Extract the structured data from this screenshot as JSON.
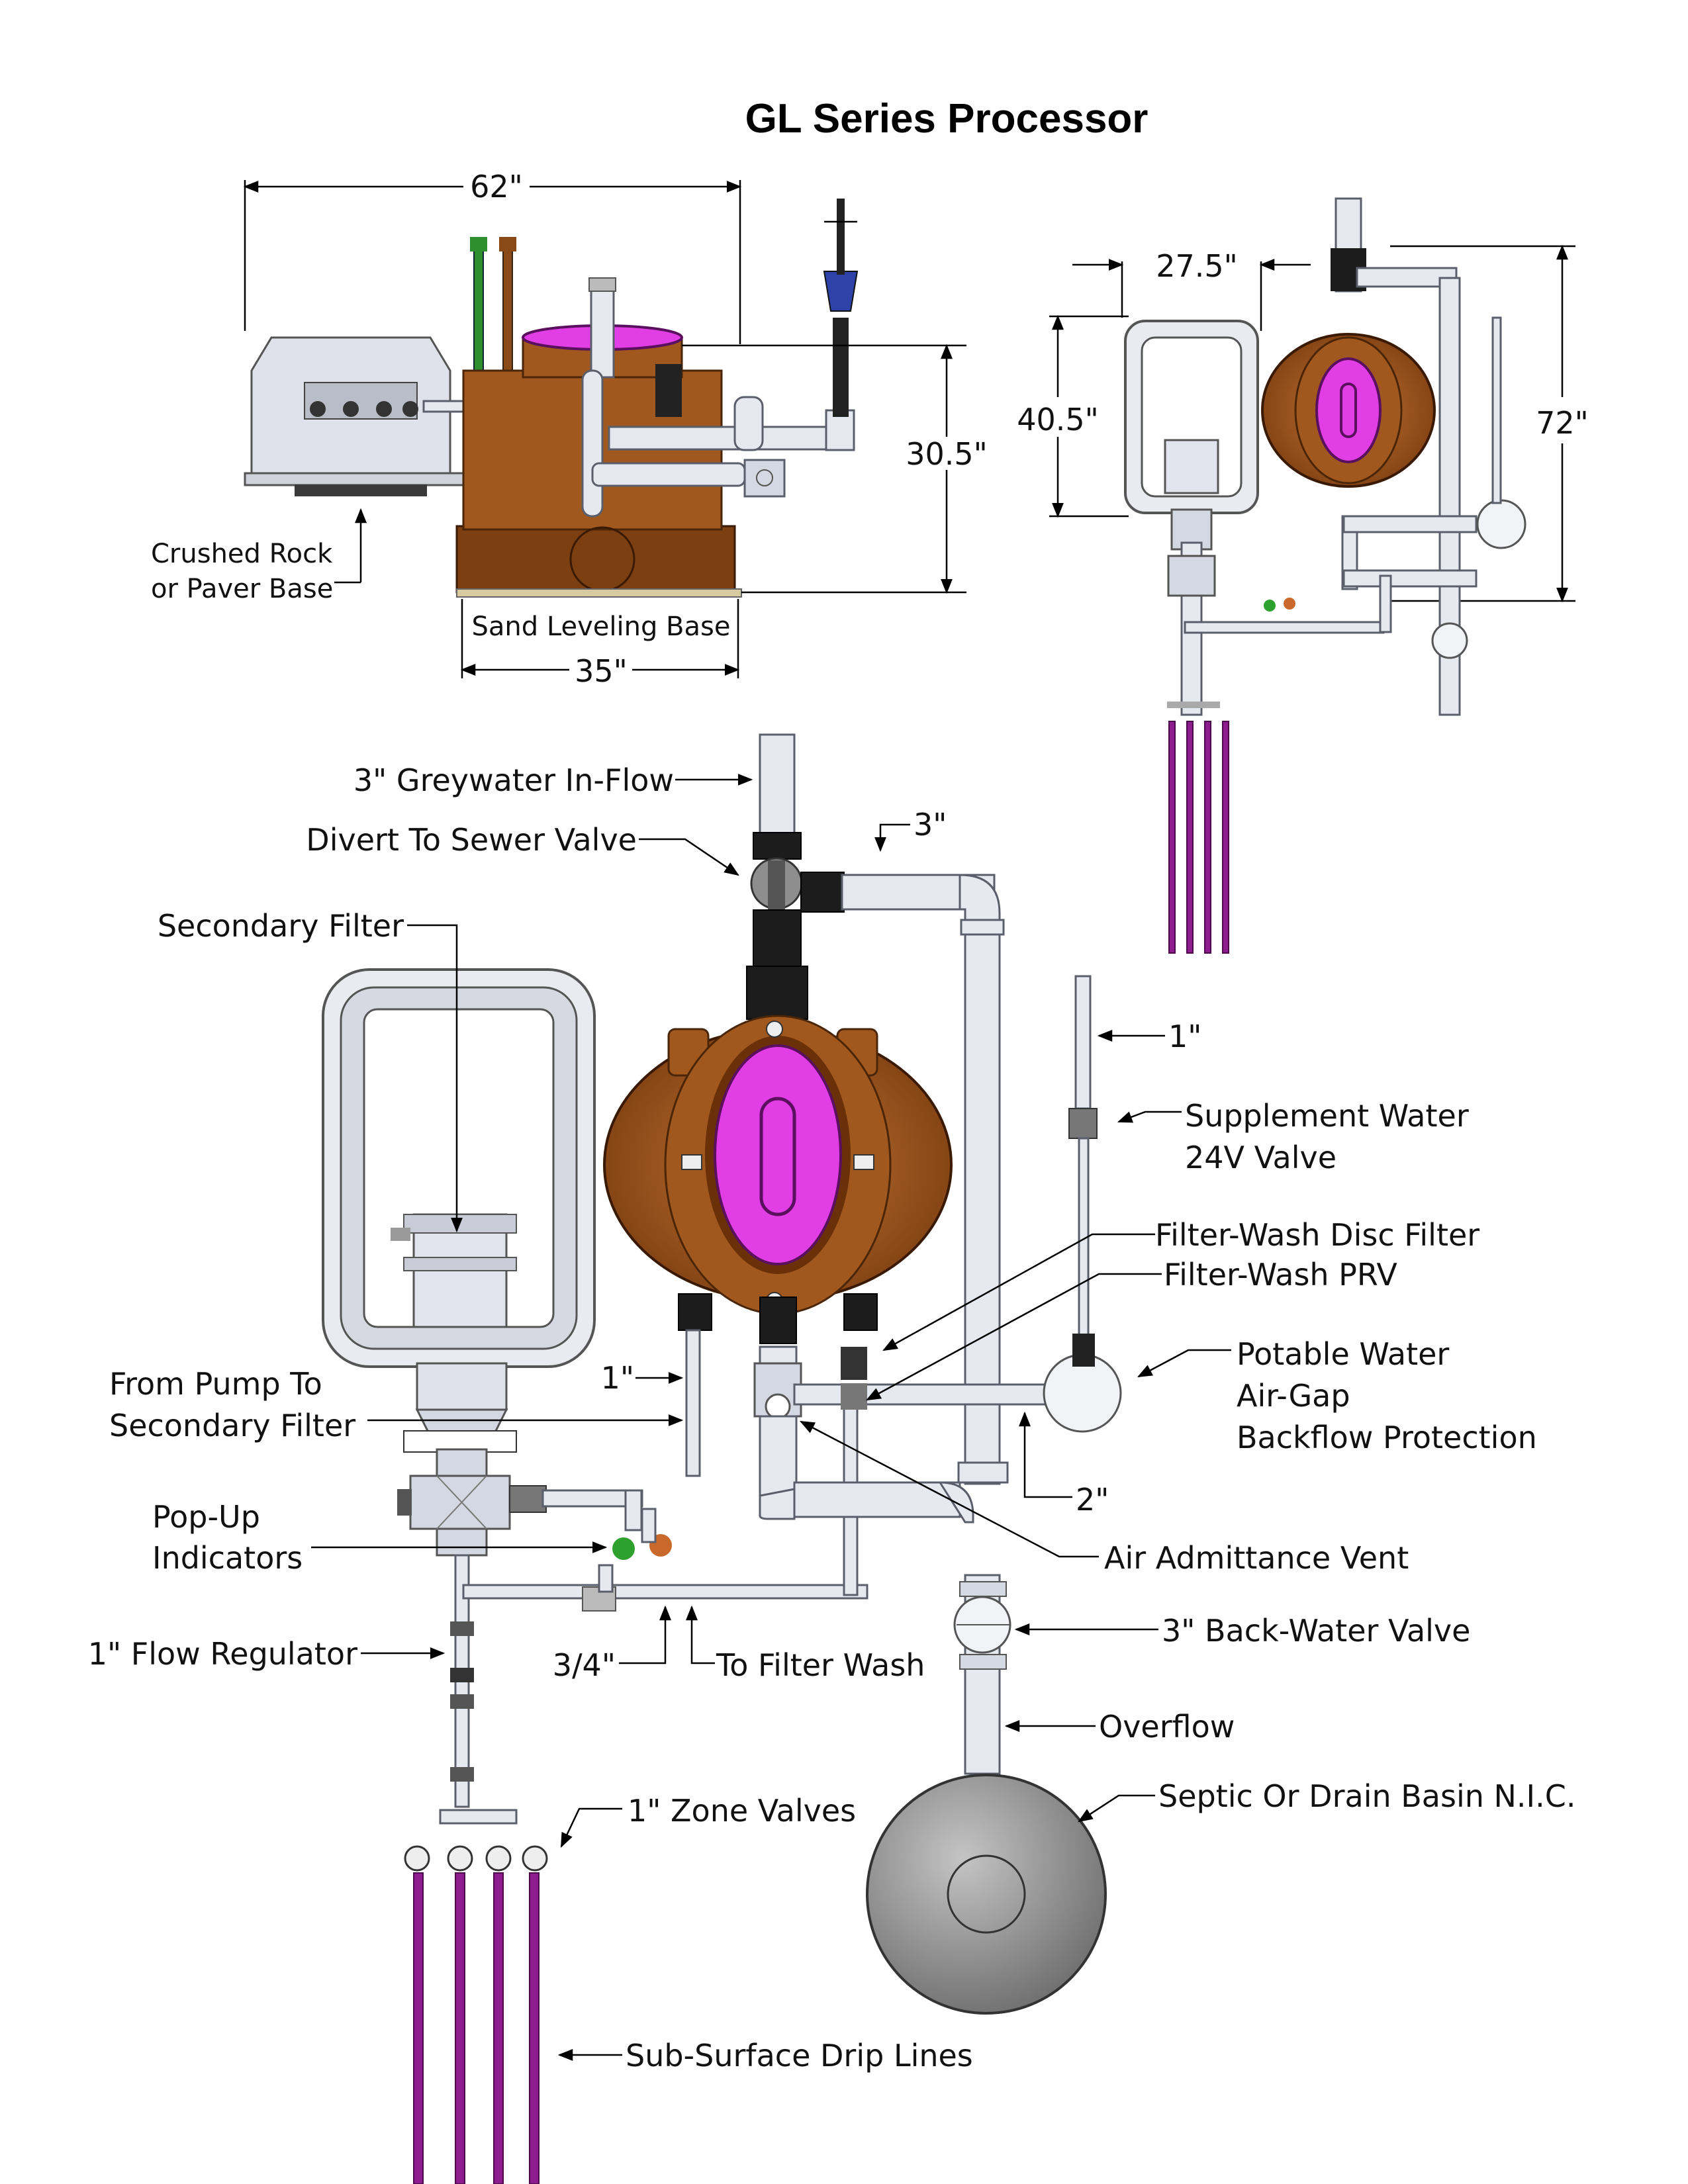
{
  "title": "GL Series Processor",
  "top_left_view": {
    "dim_width_top": "62\"",
    "dim_height": "30.5\"",
    "dim_width_base": "35\"",
    "label_rock": [
      "Crushed Rock",
      "or Paver Base"
    ],
    "label_sand": "Sand Leveling Base"
  },
  "top_right_view": {
    "dim_width": "27.5\"",
    "dim_height_left": "40.5\"",
    "dim_height_right": "72\""
  },
  "main_view": {
    "labels": {
      "inflow": "3\" Greywater In-Flow",
      "divert": "Divert To Sewer Valve",
      "pipe_3": "3\"",
      "secondary_filter": "Secondary Filter",
      "pipe_1_top": "1\"",
      "supplement": [
        "Supplement Water",
        "24V Valve"
      ],
      "disc_filter": "Filter-Wash Disc Filter",
      "prv": "Filter-Wash PRV",
      "potable": [
        "Potable Water",
        "Air-Gap",
        "Backflow Protection"
      ],
      "from_pump": [
        "From Pump To",
        "Secondary Filter"
      ],
      "pipe_1_mid": "1\"",
      "pipe_2": "2\"",
      "popup": [
        "Pop-Up",
        "Indicators"
      ],
      "air_vent": "Air Admittance Vent",
      "backwater": "3\" Back-Water Valve",
      "flow_reg": "1\" Flow Regulator",
      "pipe_34": "3/4\"",
      "to_filter_wash": "To Filter Wash",
      "overflow": "Overflow",
      "septic": "Septic Or Drain Basin N.I.C.",
      "zone_valves": "1\" Zone Valves",
      "drip_lines": "Sub-Surface Drip Lines"
    }
  },
  "colors": {
    "tank": "#a0581f",
    "lid": "#e23ee6",
    "drip": "#8d1d8f",
    "pipe": "#e6e9f0",
    "indicator_green": "#2ea02e",
    "indicator_orange": "#c8682a"
  }
}
